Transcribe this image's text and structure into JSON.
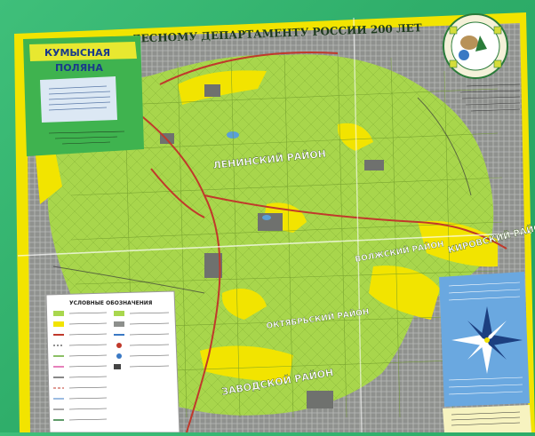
{
  "map": {
    "banner_title": "ЛЕСНОМУ ДЕПАРТАМЕНТУ РОССИИ   200 ЛЕТ",
    "cover_title_line1": "КУМЫСНАЯ",
    "cover_title_line2": "ПОЛЯНА",
    "district_labels": {
      "center": "ЛЕНИНСКИЙ РАЙОН",
      "east": "КИРОВСКИЙ РАЙОН",
      "middle": "ВОЛЖСКИЙ РАЙОН",
      "south_center": "ОКТЯБРЬСКИЙ РАЙОН",
      "south": "ЗАВОДСКОЙ РАЙОН"
    },
    "legend_title": "УСЛОВНЫЕ ОБОЗНАЧЕНИЯ",
    "colors": {
      "forest": "#a9d74e",
      "yellow_zone": "#f2e400",
      "urban": "#8d8f8c",
      "roads": "#c0392b",
      "background": "#2fae6a",
      "water": "#5aa0d8"
    }
  }
}
